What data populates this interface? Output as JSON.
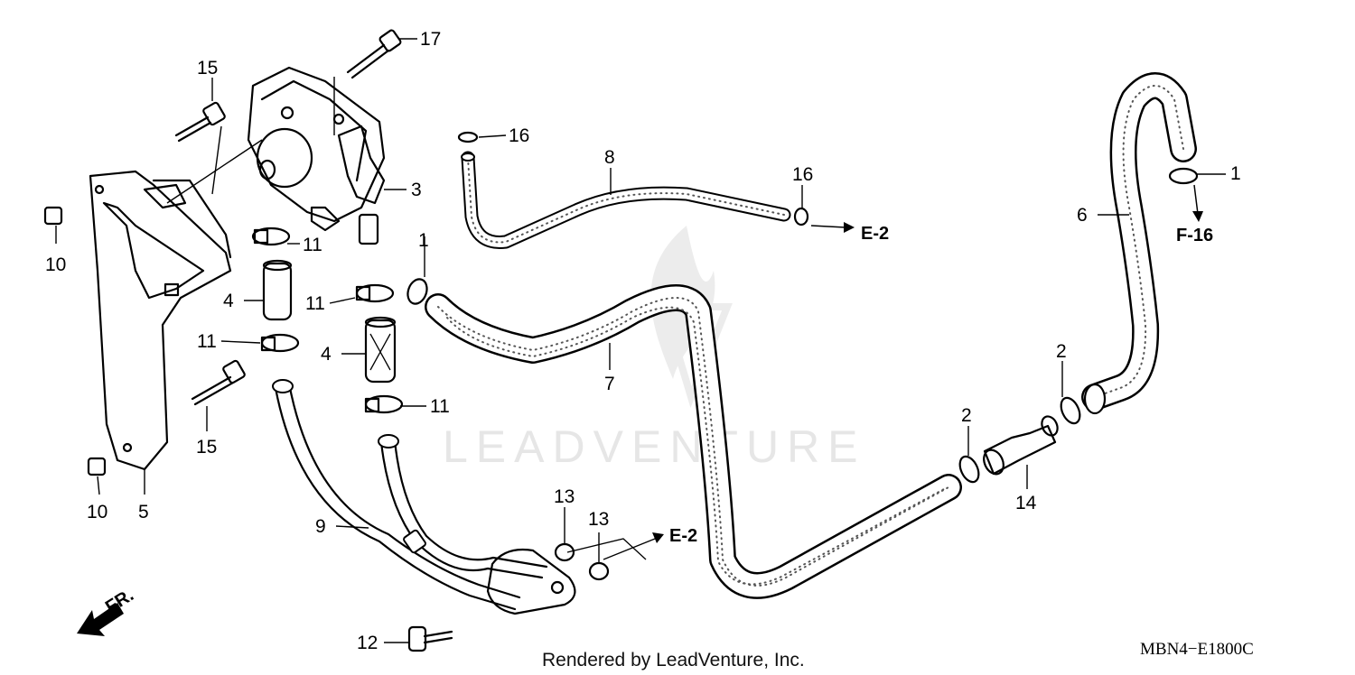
{
  "diagram": {
    "watermark": "LEADVENTURE",
    "credit": "Rendered by LeadVenture, Inc.",
    "code": "MBN4−E1800C",
    "front_label": "FR.",
    "refs": {
      "e2_top": "E-2",
      "e2_bottom": "E-2",
      "f16": "F-16"
    },
    "callouts": {
      "p17": "17",
      "p15a": "15",
      "p16a": "16",
      "p3": "3",
      "p8": "8",
      "p16b": "16",
      "p1a": "1",
      "p6": "6",
      "p10a": "10",
      "p11a": "11",
      "p1b": "1",
      "p4a": "4",
      "p11b": "11",
      "p11c": "11",
      "p4b": "4",
      "p7": "7",
      "p11d": "11",
      "p15b": "15",
      "p2a": "2",
      "p2b": "2",
      "p10b": "10",
      "p5": "5",
      "p14": "14",
      "p13a": "13",
      "p13b": "13",
      "p9": "9",
      "p12": "12"
    }
  }
}
